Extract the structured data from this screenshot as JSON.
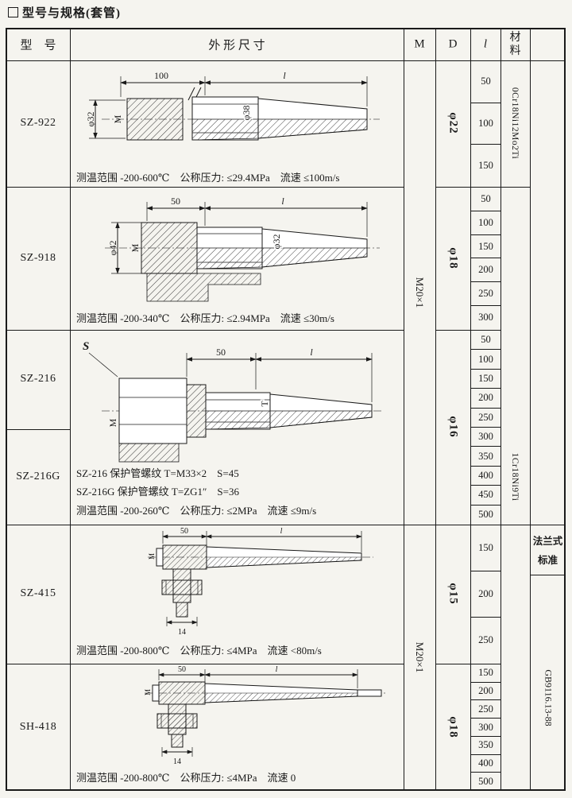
{
  "page": {
    "title": "型号与规格(套管)"
  },
  "header": {
    "model": "型　号",
    "dims": "外 形 尺 寸",
    "m": "M",
    "d": "D",
    "l": "l",
    "material": "材\n料"
  },
  "m_col": {
    "group1": "M20×1",
    "group2": "M20×1"
  },
  "material_col": {
    "mat1": "0Cr18Ni12Mo2Ti",
    "mat2": "1Cr18Ni9Ti",
    "flange1": "法兰式",
    "flange2": "标准",
    "standard": "GB9116.13-88"
  },
  "rows": [
    {
      "model": "SZ-922",
      "d": "φ22",
      "l_values": [
        "50",
        "100",
        "150"
      ],
      "spec": "测温范围 -200-600℃　公称压力: ≤29.4MPa　流速 ≤100m/s",
      "drawing": {
        "dim1": "100",
        "dim2": "l",
        "dia_left": "φ32",
        "thread": "M",
        "dia_body": "φ38"
      }
    },
    {
      "model": "SZ-918",
      "d": "φ18",
      "l_values": [
        "50",
        "100",
        "150",
        "200",
        "250",
        "300"
      ],
      "spec": "测温范围 -200-340℃　公称压力: ≤2.94MPa　流速 ≤30m/s",
      "drawing": {
        "dim1": "50",
        "dim2": "l",
        "dia_left": "φ42",
        "thread": "M",
        "dia_body": "φ32"
      }
    },
    {
      "model": "SZ-216",
      "model2": "SZ-216G",
      "d": "φ16",
      "l_values": [
        "50",
        "100",
        "150",
        "200",
        "250",
        "300",
        "350",
        "400",
        "450",
        "500"
      ],
      "notes": [
        "SZ-216 保护管螺纹 T=M33×2　S=45",
        "SZ-216G 保护管螺纹 T=ZG1″　S=36",
        "测温范围 -200-260℃　公称压力: ≤2MPa　流速 ≤9m/s"
      ],
      "drawing": {
        "s_label": "S",
        "dim1": "50",
        "dim2": "l",
        "thread": "M",
        "t_label": "T"
      }
    },
    {
      "model": "SZ-415",
      "d": "φ15",
      "l_values": [
        "150",
        "200",
        "250"
      ],
      "spec": "测温范围 -200-800℃　公称压力: ≤4MPa　流速 <80m/s",
      "drawing": {
        "dim1": "50",
        "dim2": "l",
        "thread": "M",
        "dim3": "14"
      }
    },
    {
      "model": "SH-418",
      "d": "φ18",
      "l_values": [
        "150",
        "200",
        "250",
        "300",
        "350",
        "400",
        "500"
      ],
      "spec": "测温范围 -200-800℃　公称压力: ≤4MPa　流速 0",
      "drawing": {
        "dim1": "50",
        "dim2": "l",
        "thread": "M",
        "dim3": "14"
      }
    }
  ]
}
